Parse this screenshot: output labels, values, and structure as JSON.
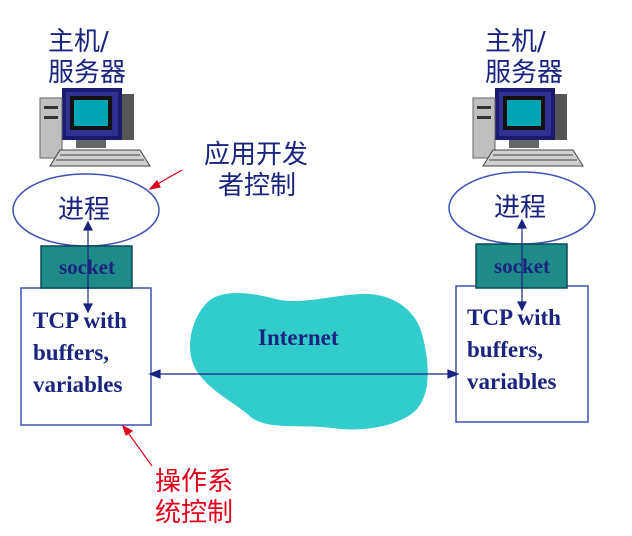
{
  "left_host": {
    "label_line1": "主机/",
    "label_line2": "服务器",
    "process_label": "进程",
    "socket_label": "socket",
    "tcp_line1": "TCP with",
    "tcp_line2": "buffers,",
    "tcp_line3": "variables"
  },
  "right_host": {
    "label_line1": "主机/",
    "label_line2": "服务器",
    "process_label": "进程",
    "socket_label": "socket",
    "tcp_line1": "TCP with",
    "tcp_line2": "buffers,",
    "tcp_line3": "variables"
  },
  "annotations": {
    "app_dev_line1": "应用开发",
    "app_dev_line2": "者控制",
    "os_line1": "操作系",
    "os_line2": "统控制"
  },
  "network": {
    "label": "Internet"
  },
  "colors": {
    "text_navy": "#1a237e",
    "annotation_red": "#e0001a",
    "socket_fill": "#1f8a8a",
    "cloud_fill": "#33cccc",
    "box_border": "#3f51b5"
  },
  "icons": [
    "computer-icon",
    "computer-icon"
  ]
}
